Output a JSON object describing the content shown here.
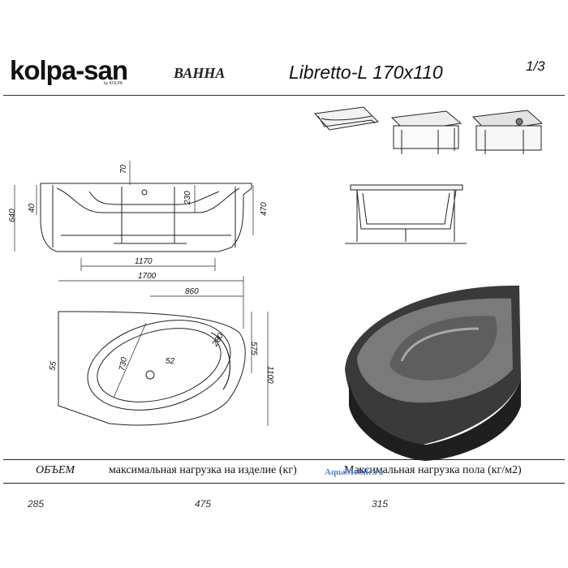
{
  "header": {
    "brand": "kolpa-san",
    "brand_sub": "by KOLPA",
    "product_type": "ВАННА",
    "model": "Libretto-L  170x110",
    "page": "1/3"
  },
  "dimensions": {
    "side_height_total": "640",
    "side_rim": "40",
    "side_drain": "70",
    "side_depth": "230",
    "side_leg_height": "470",
    "side_length": "1170",
    "top_length": "1700",
    "top_partial": "860",
    "top_corner": "280",
    "top_inner": "730",
    "top_drain": "52",
    "top_small": "55",
    "top_half_width": "575",
    "top_width": "1100"
  },
  "specs": {
    "headers": [
      "ОБЪЕМ",
      "максимальная нагрузка на изделие (кг)",
      "Максимальная нагрузка пола (кг/м2)"
    ],
    "values": [
      "285",
      "475",
      "315"
    ],
    "watermark": "AquaMobile.ru"
  }
}
